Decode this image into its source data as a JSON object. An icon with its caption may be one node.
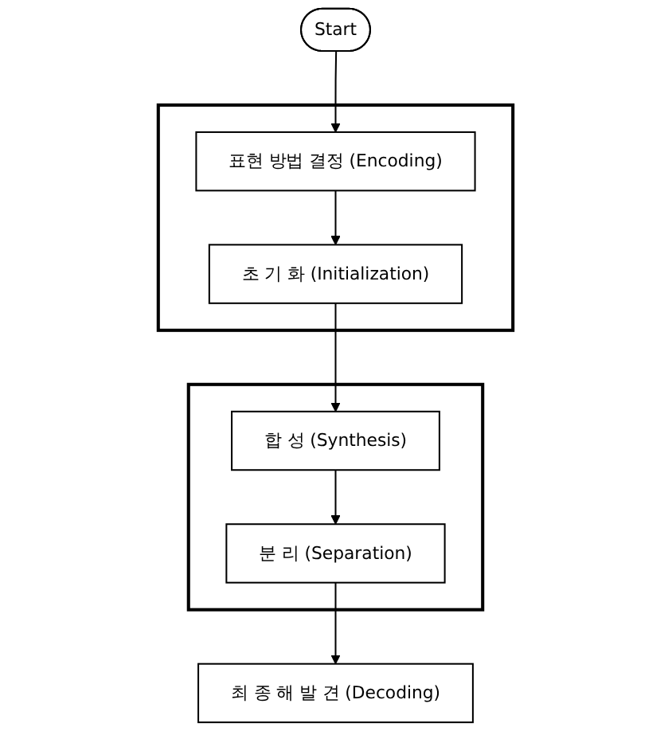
{
  "diagram": {
    "nodes": [
      {
        "text": [
          "Start"
        ]
      },
      {
        "text": [],
        "shape": "box"
      },
      {
        "text": [
          "표현 방법 결정 (Encoding)"
        ],
        "in": 1
      },
      {
        "text": [
          "초 기 화 (Initialization)"
        ],
        "in": 1
      },
      {
        "text": [],
        "shape": "box"
      },
      {
        "text": [
          "합 성 (Synthesis)"
        ],
        "in": 4
      },
      {
        "text": [
          "분 리 (Separation)"
        ],
        "in": 4
      },
      {
        "text": [
          "최 종 해 발 견 (Decoding)"
        ]
      }
    ],
    "edges": [
      {
        "from": 0,
        "to": 2,
        "arrow": "to"
      },
      {
        "from": 2,
        "to": 3,
        "arrow": "to"
      },
      {
        "from": 3,
        "to": 5,
        "arrow": "to"
      },
      {
        "from": 5,
        "to": 6,
        "arrow": "to"
      },
      {
        "from": 6,
        "to": 7,
        "arrow": "to"
      }
    ]
  }
}
